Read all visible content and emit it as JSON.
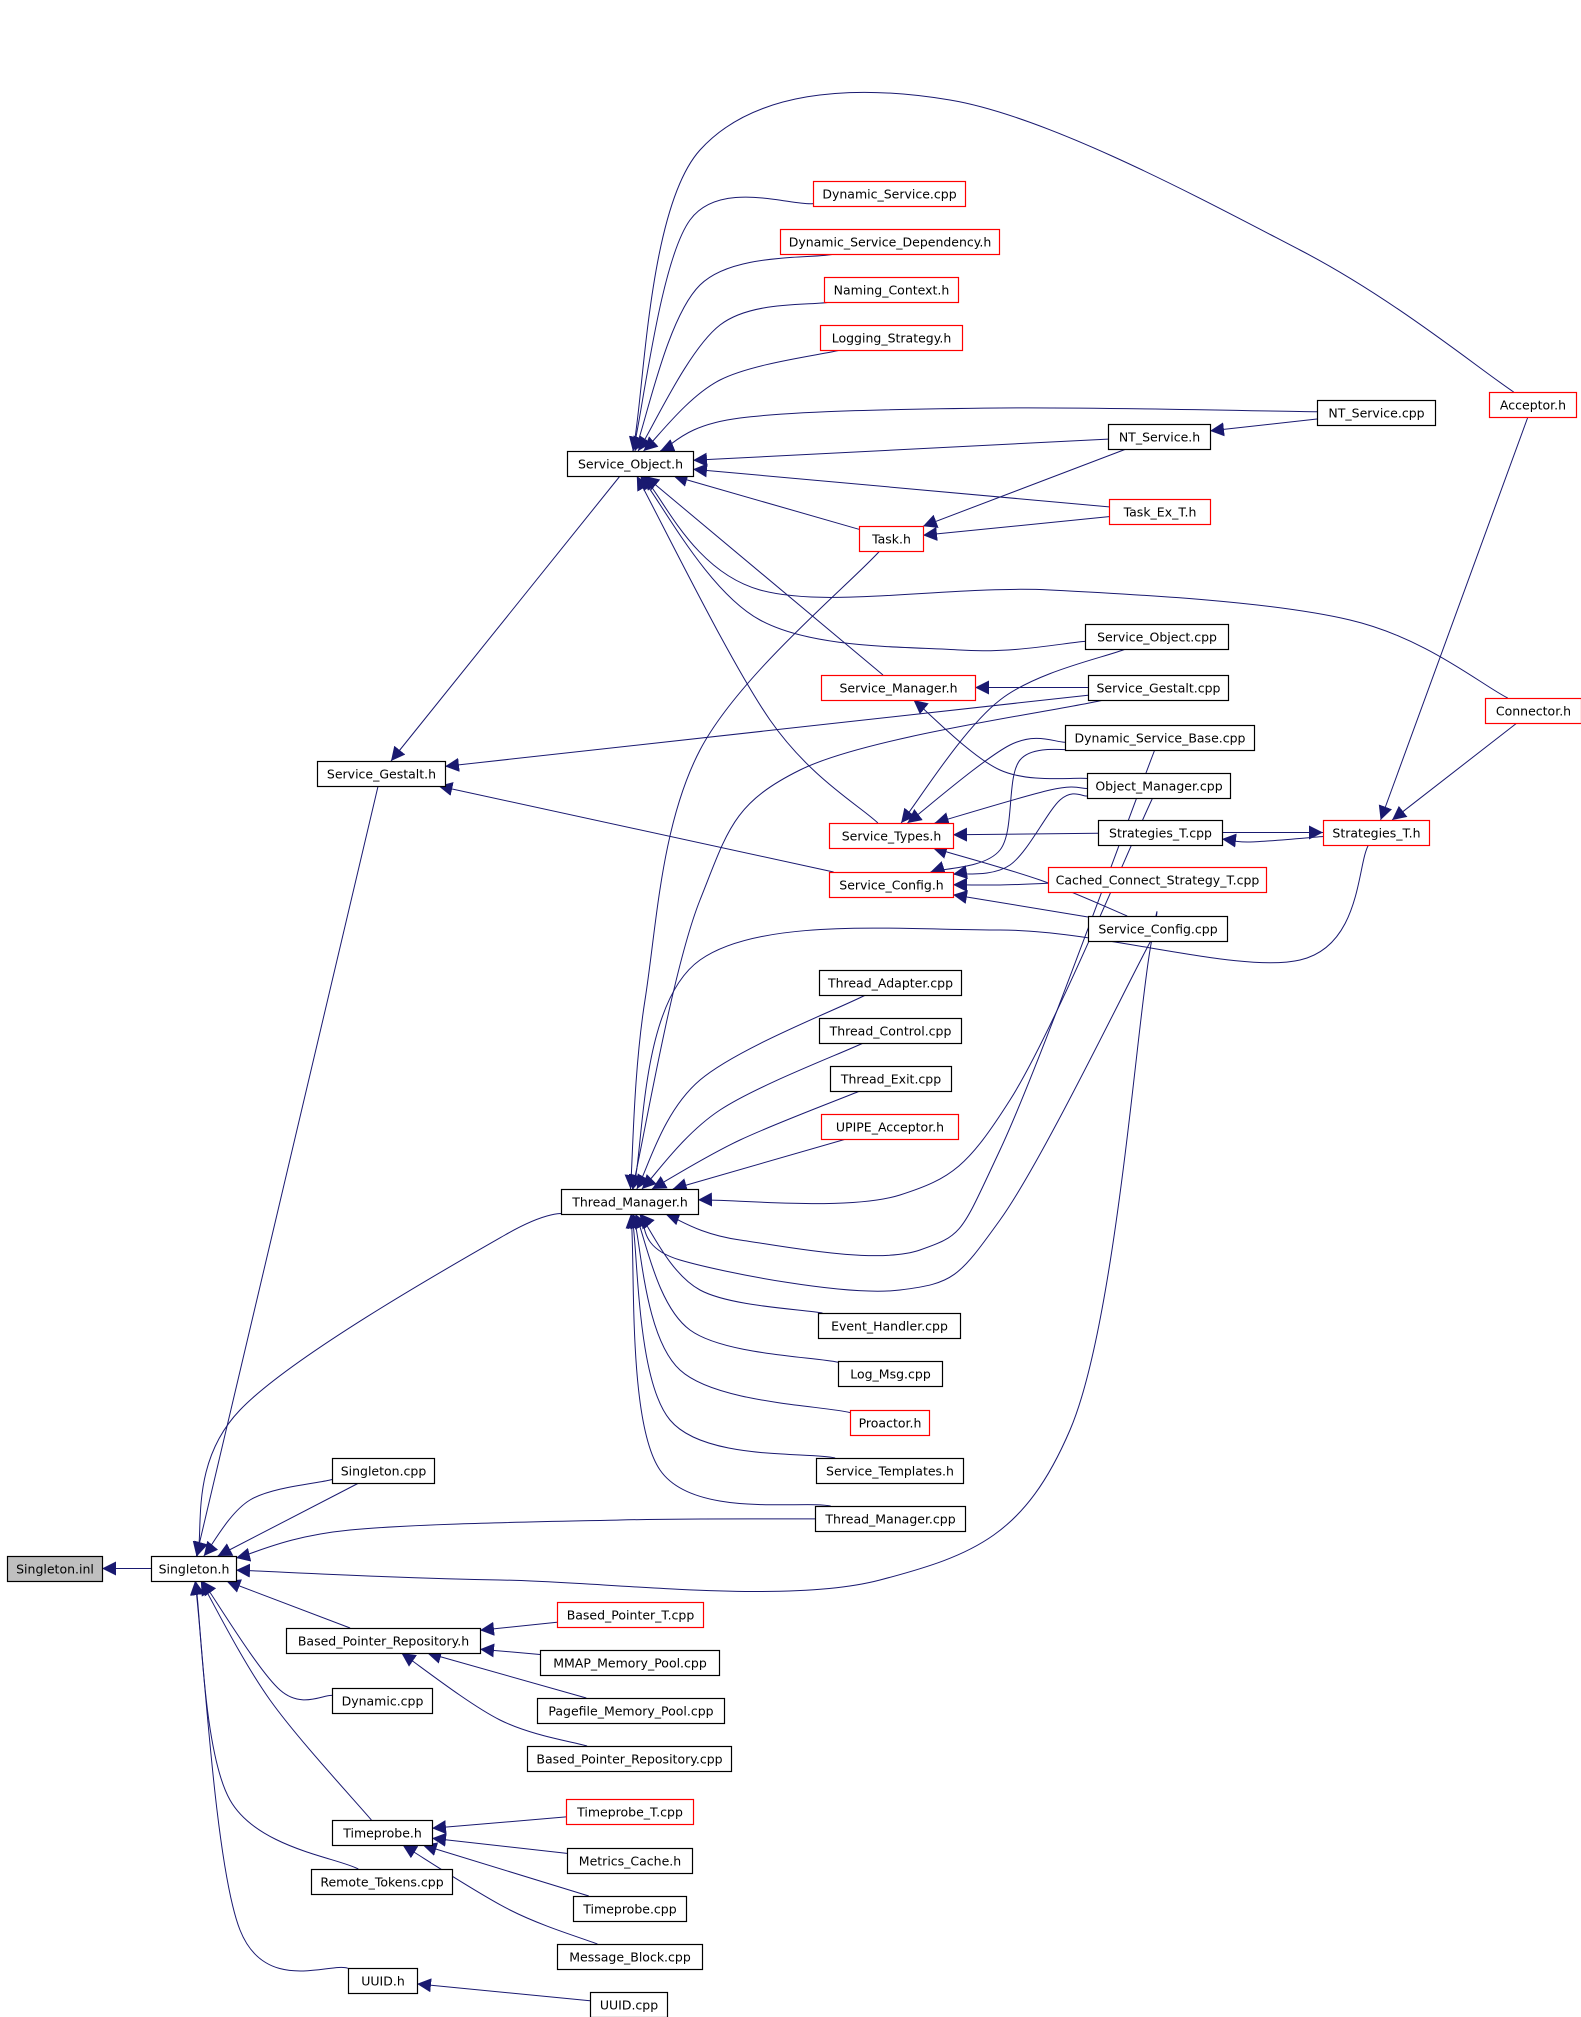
{
  "colors": {
    "edge": "#191970",
    "normal_border": "#000000",
    "truncated_border": "#ff0000",
    "root_fill": "#bfbfbf"
  },
  "nodes": [
    {
      "id": "singleton_inl",
      "label": "Singleton.inl",
      "style": "root"
    },
    {
      "id": "singleton_h",
      "label": "Singleton.h",
      "style": "normal"
    },
    {
      "id": "service_gestalt_h",
      "label": "Service_Gestalt.h",
      "style": "normal"
    },
    {
      "id": "service_object_h",
      "label": "Service_Object.h",
      "style": "normal"
    },
    {
      "id": "dynamic_service_cpp",
      "label": "Dynamic_Service.cpp",
      "style": "truncated"
    },
    {
      "id": "dynamic_service_dependency_h",
      "label": "Dynamic_Service_Dependency.h",
      "style": "truncated"
    },
    {
      "id": "naming_context_h",
      "label": "Naming_Context.h",
      "style": "truncated"
    },
    {
      "id": "logging_strategy_h",
      "label": "Logging_Strategy.h",
      "style": "truncated"
    },
    {
      "id": "nt_service_h",
      "label": "NT_Service.h",
      "style": "normal"
    },
    {
      "id": "nt_service_cpp",
      "label": "NT_Service.cpp",
      "style": "normal"
    },
    {
      "id": "acceptor_h",
      "label": "Acceptor.h",
      "style": "truncated"
    },
    {
      "id": "task_ex_t_h",
      "label": "Task_Ex_T.h",
      "style": "truncated"
    },
    {
      "id": "task_h",
      "label": "Task.h",
      "style": "truncated"
    },
    {
      "id": "service_object_cpp",
      "label": "Service_Object.cpp",
      "style": "normal"
    },
    {
      "id": "service_manager_h",
      "label": "Service_Manager.h",
      "style": "truncated"
    },
    {
      "id": "service_gestalt_cpp",
      "label": "Service_Gestalt.cpp",
      "style": "normal"
    },
    {
      "id": "connector_h",
      "label": "Connector.h",
      "style": "truncated"
    },
    {
      "id": "dynamic_service_base_cpp",
      "label": "Dynamic_Service_Base.cpp",
      "style": "normal"
    },
    {
      "id": "object_manager_cpp",
      "label": "Object_Manager.cpp",
      "style": "normal"
    },
    {
      "id": "service_types_h",
      "label": "Service_Types.h",
      "style": "truncated"
    },
    {
      "id": "strategies_t_cpp",
      "label": "Strategies_T.cpp",
      "style": "normal"
    },
    {
      "id": "strategies_t_h",
      "label": "Strategies_T.h",
      "style": "truncated"
    },
    {
      "id": "service_config_h",
      "label": "Service_Config.h",
      "style": "truncated"
    },
    {
      "id": "cached_connect_strategy_t_cpp",
      "label": "Cached_Connect_Strategy_T.cpp",
      "style": "truncated"
    },
    {
      "id": "service_config_cpp",
      "label": "Service_Config.cpp",
      "style": "normal"
    },
    {
      "id": "thread_adapter_cpp",
      "label": "Thread_Adapter.cpp",
      "style": "normal"
    },
    {
      "id": "thread_control_cpp",
      "label": "Thread_Control.cpp",
      "style": "normal"
    },
    {
      "id": "thread_exit_cpp",
      "label": "Thread_Exit.cpp",
      "style": "normal"
    },
    {
      "id": "upipe_acceptor_h",
      "label": "UPIPE_Acceptor.h",
      "style": "truncated"
    },
    {
      "id": "thread_manager_h",
      "label": "Thread_Manager.h",
      "style": "normal"
    },
    {
      "id": "event_handler_cpp",
      "label": "Event_Handler.cpp",
      "style": "normal"
    },
    {
      "id": "log_msg_cpp",
      "label": "Log_Msg.cpp",
      "style": "normal"
    },
    {
      "id": "proactor_h",
      "label": "Proactor.h",
      "style": "truncated"
    },
    {
      "id": "service_templates_h",
      "label": "Service_Templates.h",
      "style": "normal"
    },
    {
      "id": "thread_manager_cpp",
      "label": "Thread_Manager.cpp",
      "style": "normal"
    },
    {
      "id": "singleton_cpp",
      "label": "Singleton.cpp",
      "style": "normal"
    },
    {
      "id": "based_pointer_repository_h",
      "label": "Based_Pointer_Repository.h",
      "style": "normal"
    },
    {
      "id": "based_pointer_t_cpp",
      "label": "Based_Pointer_T.cpp",
      "style": "truncated"
    },
    {
      "id": "mmap_memory_pool_cpp",
      "label": "MMAP_Memory_Pool.cpp",
      "style": "normal"
    },
    {
      "id": "pagefile_memory_pool_cpp",
      "label": "Pagefile_Memory_Pool.cpp",
      "style": "normal"
    },
    {
      "id": "based_pointer_repository_cpp",
      "label": "Based_Pointer_Repository.cpp",
      "style": "normal"
    },
    {
      "id": "dynamic_cpp",
      "label": "Dynamic.cpp",
      "style": "normal"
    },
    {
      "id": "timeprobe_h",
      "label": "Timeprobe.h",
      "style": "normal"
    },
    {
      "id": "timeprobe_t_cpp",
      "label": "Timeprobe_T.cpp",
      "style": "truncated"
    },
    {
      "id": "metrics_cache_h",
      "label": "Metrics_Cache.h",
      "style": "normal"
    },
    {
      "id": "timeprobe_cpp",
      "label": "Timeprobe.cpp",
      "style": "normal"
    },
    {
      "id": "message_block_cpp",
      "label": "Message_Block.cpp",
      "style": "normal"
    },
    {
      "id": "remote_tokens_cpp",
      "label": "Remote_Tokens.cpp",
      "style": "normal"
    },
    {
      "id": "uuid_h",
      "label": "UUID.h",
      "style": "normal"
    },
    {
      "id": "uuid_cpp",
      "label": "UUID.cpp",
      "style": "normal"
    }
  ]
}
